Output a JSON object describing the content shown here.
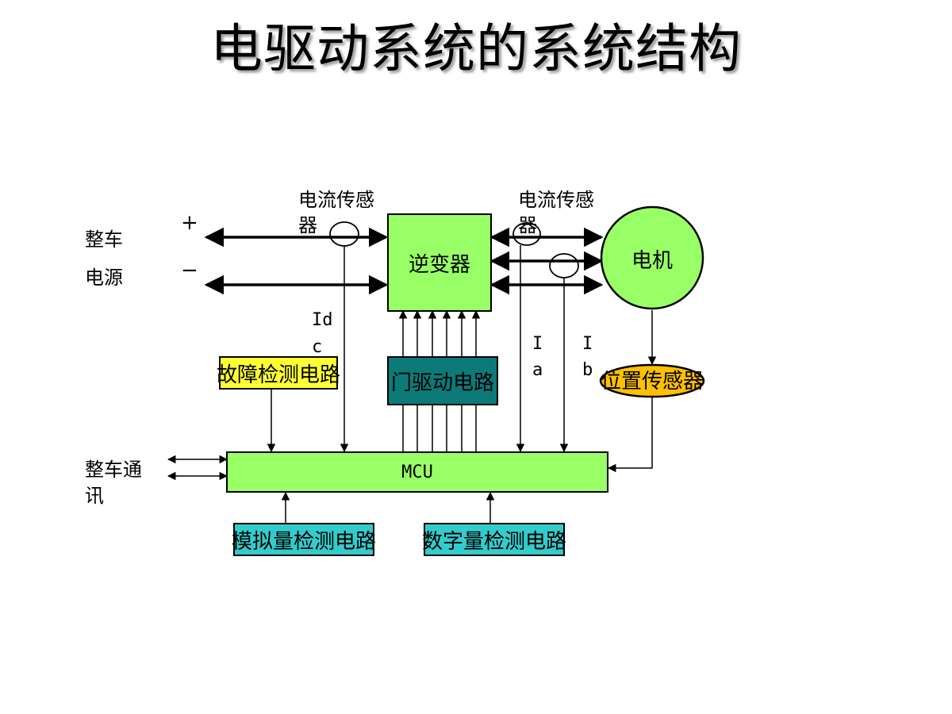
{
  "title": "电驱动系统的系统结构",
  "labels": {
    "vehicle_power_1": "整车",
    "vehicle_power_2": "电源",
    "plus": "+",
    "minus": "−",
    "current_sensor_left_1": "电流传感",
    "current_sensor_left_2": "器",
    "current_sensor_right_1": "电流传感",
    "current_sensor_right_2": "器",
    "idc_1": "Id",
    "idc_2": "c",
    "ia_1": "I",
    "ia_2": "a",
    "ib_1": "I",
    "ib_2": "b",
    "vehicle_comm_1": "整车通",
    "vehicle_comm_2": "讯"
  },
  "blocks": {
    "inverter": "逆变器",
    "motor": "电机",
    "gate_driver": "门驱动电路",
    "fault_detection": "故障检测电路",
    "position_sensor": "位置传感器",
    "mcu": "MCU",
    "analog_detection": "模拟量检测电路",
    "digital_detection": "数字量检测电路"
  },
  "colors": {
    "light_green": "#99ff66",
    "yellow": "#ffff33",
    "teal": "#0b7a78",
    "cyan": "#33cccc",
    "orange": "#ffc000"
  }
}
